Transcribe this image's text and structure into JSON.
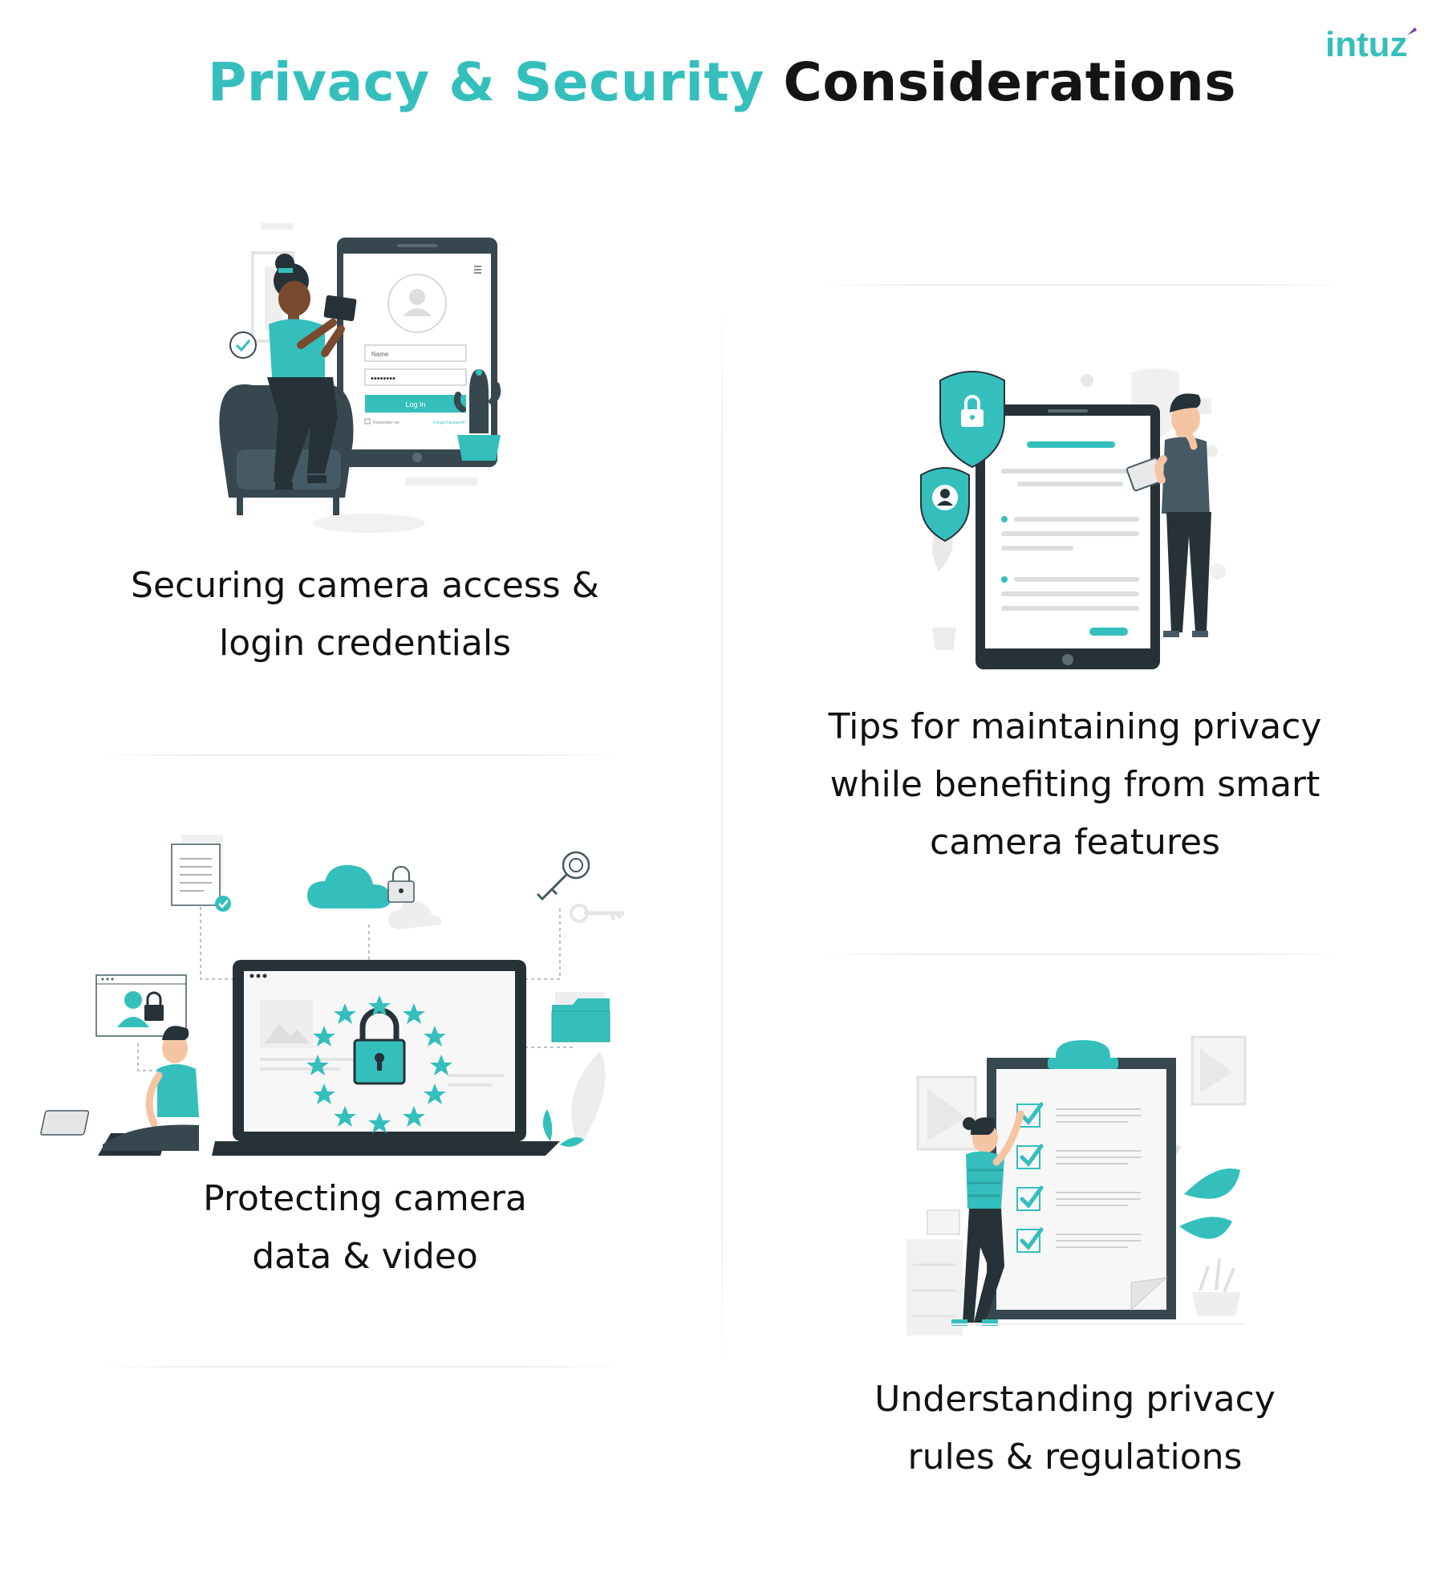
{
  "header": {
    "title_accent": "Privacy & Security",
    "title_rest": "Considerations",
    "logo_text": "intuz"
  },
  "illustrations": {
    "login": {
      "name_label": "Name",
      "password_dots": "••••••••",
      "login_button": "Log In",
      "remember_label": "Remember me",
      "forgot_label": "Forgot Password?"
    }
  },
  "cards": [
    {
      "line1": "Securing camera access &",
      "line2": "login credentials"
    },
    {
      "line1": "Tips for maintaining privacy",
      "line2": "while benefiting from smart",
      "line3": "camera features"
    },
    {
      "line1": "Protecting camera",
      "line2": "data & video"
    },
    {
      "line1": "Understanding privacy",
      "line2": "rules & regulations"
    }
  ],
  "colors": {
    "accent": "#34bfbd",
    "dark": "#37474f",
    "text": "#141414"
  }
}
